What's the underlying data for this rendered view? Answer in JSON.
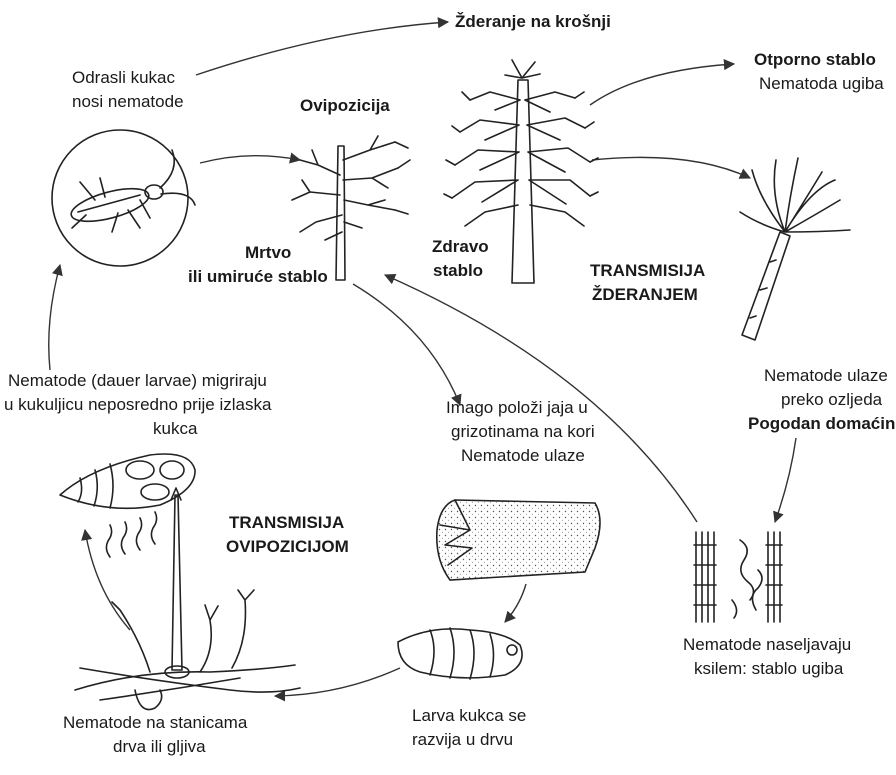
{
  "title": "Žde  ranje na krošnji",
  "labels": {
    "zderanje": "Žderanje na krošnji",
    "otporno_title": "Otporno stablo",
    "otporno_sub": "Nematoda ugiba",
    "odrasli_1": "Odrasli kukac",
    "odrasli_2": "nosi nematode",
    "ovipozicija": "Ovipozicija",
    "mrtvo_1": "Mrtvo",
    "mrtvo_2": "ili umiruće stablo",
    "zdravo_1": "Zdravo",
    "zdravo_2": "stablo",
    "trans_zder_1": "TRANSMISIJA",
    "trans_zder_2": "ŽDERANJEM",
    "ulaze_1": "Nematode ulaze",
    "ulaze_2": "preko ozljeda",
    "ulaze_3": "Pogodan domaćin",
    "migr_1": "Nematode (dauer larvae) migriraju",
    "migr_2": "u kukuljicu neposredno prije izlaska",
    "migr_3": "kukca",
    "imago_1": "Imago položi jaja u",
    "imago_2": "grizotinama na kori",
    "imago_3": "Nematode ulaze",
    "trans_ovi_1": "TRANSMISIJA",
    "trans_ovi_2": "OVIPOZICIJOM",
    "naselj_1": "Nematode naseljavaju",
    "naselj_2": "ksilem: stablo ugiba",
    "stanice_1": "Nematode na stanicama",
    "stanice_2": "drva ili gljiva",
    "larva_1": "Larva kukca se",
    "larva_2": "razvija u drvu"
  },
  "colors": {
    "ink": "#1a1a1a",
    "background": "#ffffff"
  }
}
